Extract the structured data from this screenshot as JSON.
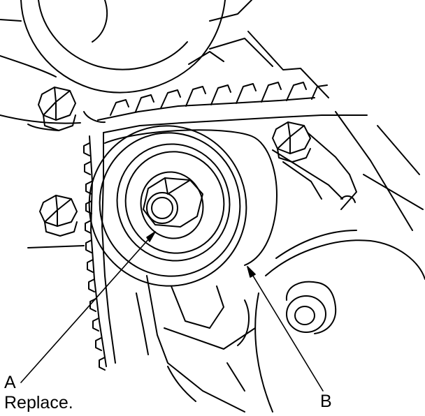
{
  "callouts": {
    "a_letter": "A",
    "a_note": "Replace.",
    "b_letter": "B"
  },
  "colors": {
    "line": "#000000",
    "background": "#ffffff"
  }
}
